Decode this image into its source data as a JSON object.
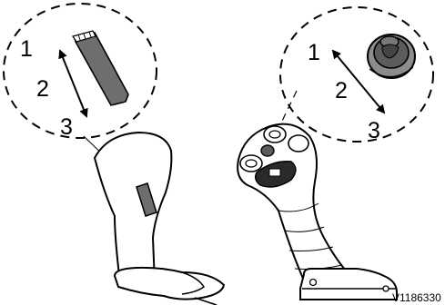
{
  "callouts": {
    "left": {
      "label_1": "1",
      "label_2": "2",
      "label_3": "3"
    },
    "right": {
      "label_1": "1",
      "label_2": "2",
      "label_3": "3"
    }
  },
  "reference_code": "V1186330",
  "colors": {
    "line": "#000000",
    "switch_fill": "#6e6e6e",
    "knob_fill": "#8c8c8c",
    "background": "#ffffff"
  }
}
